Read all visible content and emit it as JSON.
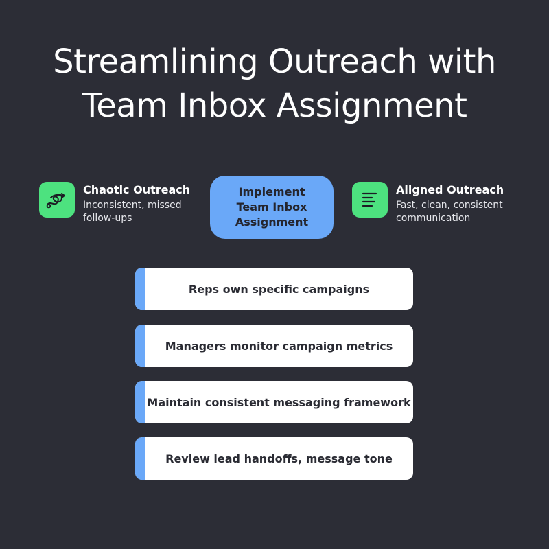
{
  "title": {
    "line1": "Streamlining Outreach with",
    "line2": "Team Inbox Assignment"
  },
  "left": {
    "icon": "tangled-arrow-icon",
    "heading": "Chaotic Outreach",
    "description": "Inconsistent, missed follow-ups"
  },
  "center": {
    "label": "Implement Team Inbox Assignment"
  },
  "right": {
    "icon": "aligned-lines-icon",
    "heading": "Aligned Outreach",
    "description": "Fast, clean, consistent communication"
  },
  "steps": [
    {
      "label": "Reps own specific campaigns"
    },
    {
      "label": "Managers monitor campaign metrics"
    },
    {
      "label": "Maintain consistent messaging framework"
    },
    {
      "label": "Review lead handoffs, message tone"
    }
  ],
  "colors": {
    "background": "#2c2d36",
    "accent_green": "#4de27f",
    "accent_blue": "#6aa8f8",
    "card": "#ffffff"
  }
}
